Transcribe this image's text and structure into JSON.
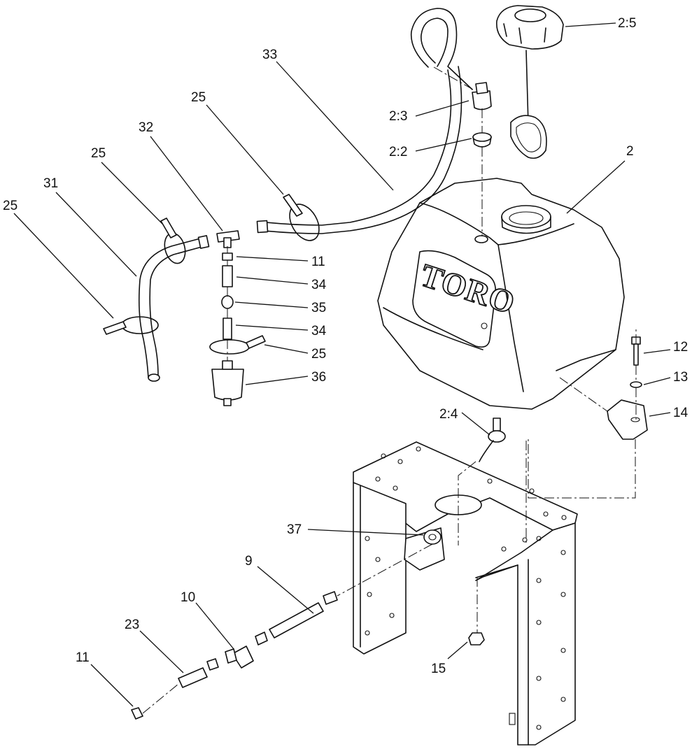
{
  "callouts": {
    "c25a": "25",
    "c31": "31",
    "c25b": "25",
    "c32": "32",
    "c25c": "25",
    "c33": "33",
    "c11a": "11",
    "c34a": "34",
    "c35": "35",
    "c34b": "34",
    "c25d": "25",
    "c36": "36",
    "c2_5": "2:5",
    "c2_3": "2:3",
    "c2_2": "2:2",
    "c2": "2",
    "c12": "12",
    "c13": "13",
    "c14": "14",
    "c2_4": "2:4",
    "c37": "37",
    "c9": "9",
    "c10": "10",
    "c23": "23",
    "c11b": "11",
    "c15": "15"
  },
  "tank": {
    "logo_text": "TORO"
  }
}
